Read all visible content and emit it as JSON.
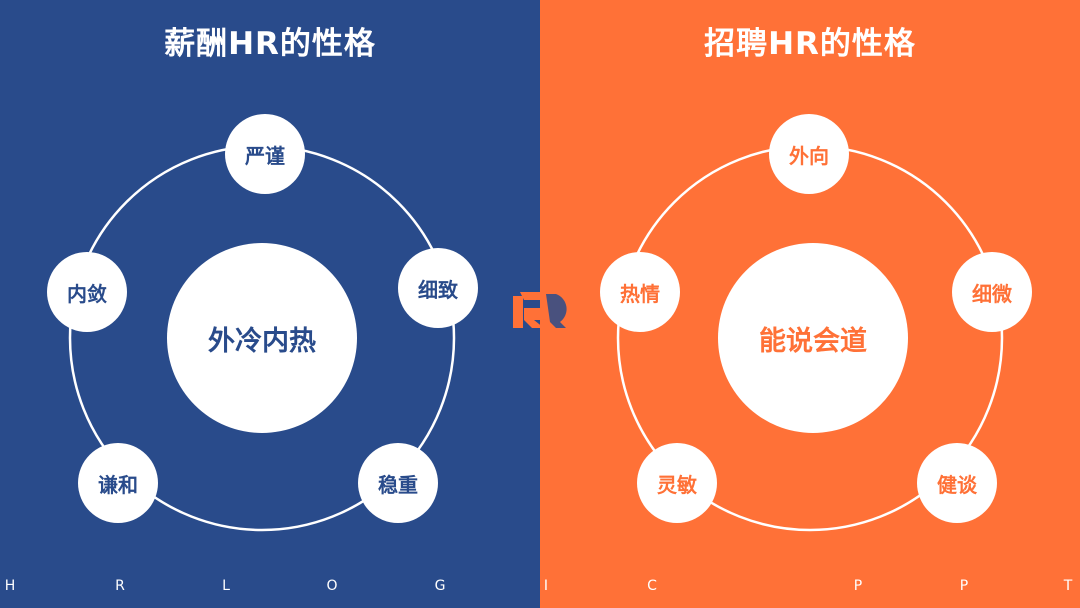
{
  "colors": {
    "left_bg": "#294B8B",
    "right_bg": "#FF7137",
    "ring": "#ffffff"
  },
  "left": {
    "title": "薪酬HR的性格",
    "center": "外冷内热",
    "nodes": [
      "严谨",
      "细致",
      "稳重",
      "谦和",
      "内敛"
    ]
  },
  "right": {
    "title": "招聘HR的性格",
    "center": "能说会道",
    "nodes": [
      "外向",
      "细微",
      "健谈",
      "灵敏",
      "热情"
    ]
  },
  "footer": [
    "H",
    "R",
    "L",
    "O",
    "G",
    "I",
    "C",
    "P",
    "P",
    "T"
  ]
}
